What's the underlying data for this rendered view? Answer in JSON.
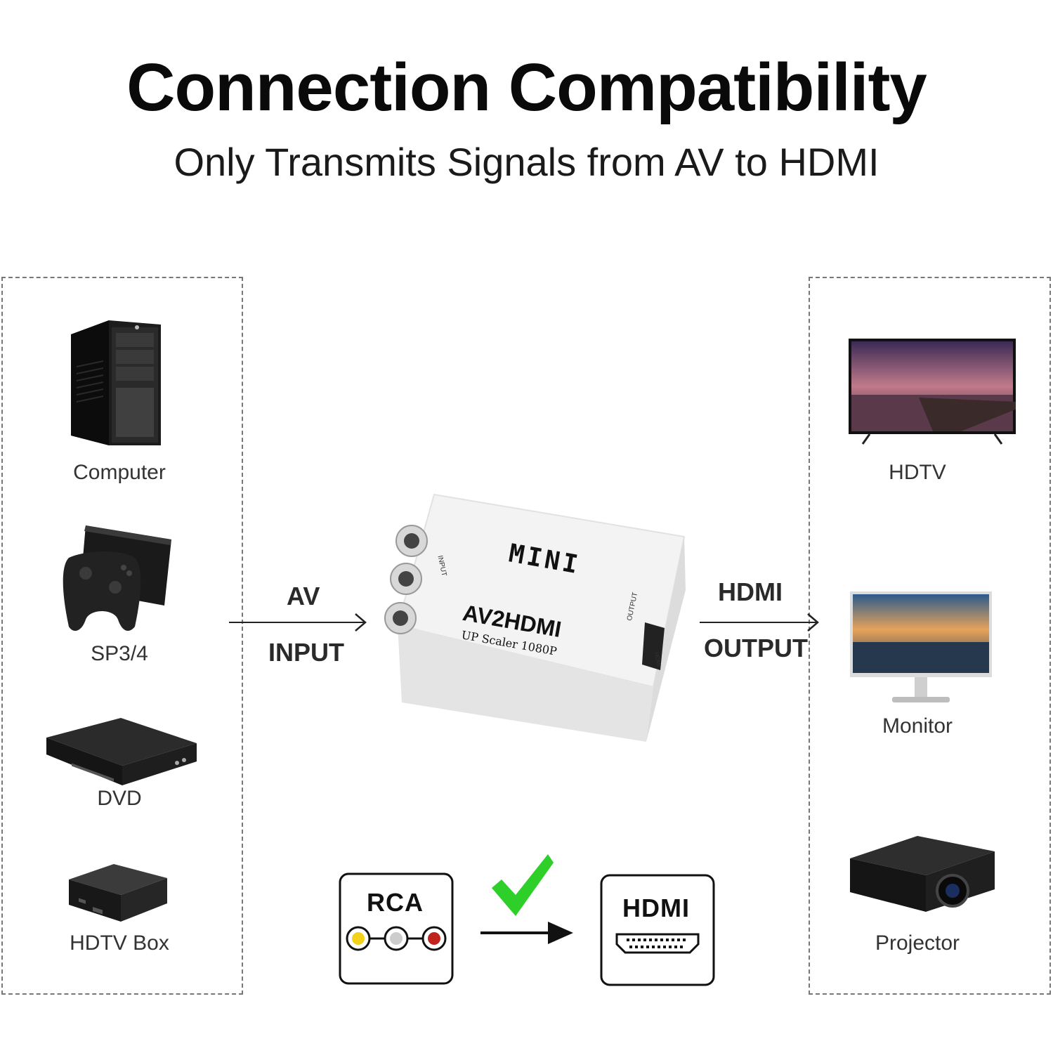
{
  "header": {
    "title": "Connection Compatibility",
    "subtitle": "Only Transmits Signals from AV to HDMI"
  },
  "inputs": {
    "computer": "Computer",
    "console": "SP3/4",
    "dvd": "DVD",
    "box": "HDTV Box"
  },
  "outputs": {
    "hdtv": "HDTV",
    "monitor": "Monitor",
    "projector": "Projector"
  },
  "arrows": {
    "in_top": "AV",
    "in_bottom": "INPUT",
    "out_top": "HDMI",
    "out_bottom": "OUTPUT"
  },
  "adapter": {
    "brand": "MINI",
    "model": "AV2HDMI",
    "tagline": "UP Scaler 1080P",
    "input_port": "INPUT",
    "output_port": "OUTPUT",
    "hdmi_port": "HDMI"
  },
  "legend": {
    "rca": "RCA",
    "hdmi": "HDMI"
  },
  "colors": {
    "check": "#2fcf2a",
    "rca_yellow": "#f2d21b",
    "rca_white": "#cccccc",
    "rca_red": "#c0231e"
  }
}
